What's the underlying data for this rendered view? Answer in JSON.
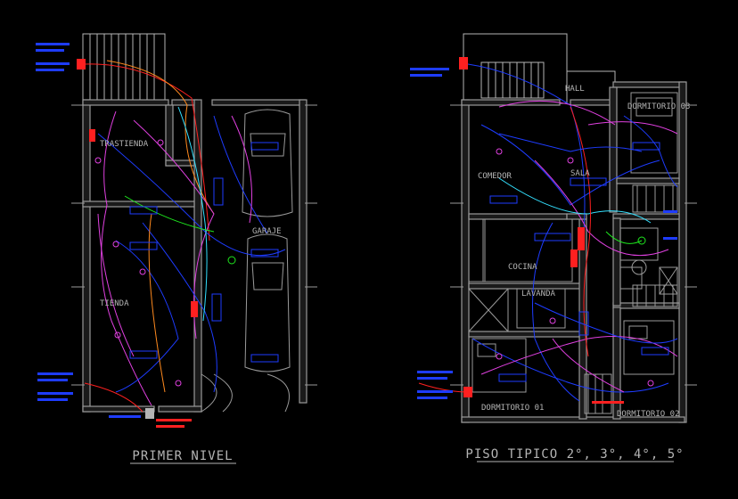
{
  "drawing": {
    "background": "#000000",
    "colors": {
      "wall": "#9a9a9a",
      "label": "#b4b4b4",
      "blue": "#1e3cff",
      "magenta": "#e040e0",
      "red": "#ff2020",
      "green": "#1ee81e",
      "cyan": "#33e0ff",
      "orange": "#ff8a1e",
      "yellow": "#e6e61e"
    },
    "plans": [
      {
        "title": "PRIMER NIVEL",
        "rooms": [
          "TRASTIENDA",
          "GARAJE",
          "TIENDA"
        ]
      },
      {
        "title": "PISO TIPICO 2°, 3°, 4°, 5°",
        "rooms": [
          "HALL",
          "DORMITORIO 03",
          "COMEDOR",
          "SALA",
          "COCINA",
          "LAVANDA",
          "DORMITORIO 01",
          "DORMITORIO 02"
        ]
      }
    ]
  }
}
